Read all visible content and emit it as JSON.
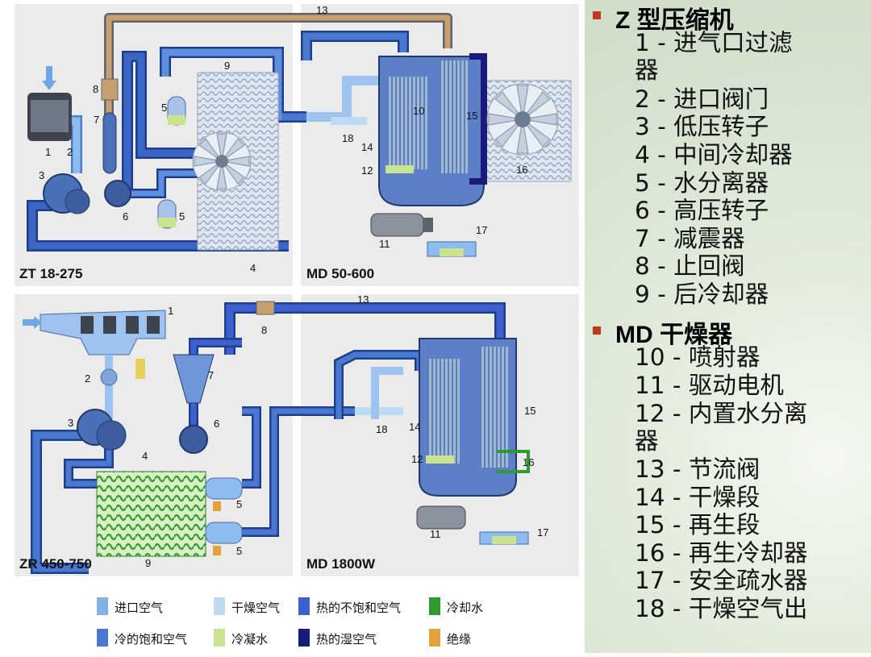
{
  "panels": [
    {
      "label": "ZT 18-275"
    },
    {
      "label": "MD 50-600"
    },
    {
      "label": "ZR 450-750"
    },
    {
      "label": "MD 1800W"
    }
  ],
  "numbers_top_left": [
    "1",
    "2",
    "3",
    "4",
    "5",
    "5",
    "6",
    "7",
    "8",
    "9"
  ],
  "numbers_top_right": [
    "10",
    "11",
    "12",
    "13",
    "14",
    "15",
    "16",
    "17",
    "18"
  ],
  "numbers_bottom_left": [
    "1",
    "2",
    "3",
    "4",
    "5",
    "5",
    "6",
    "7",
    "8",
    "9"
  ],
  "numbers_bottom_right": [
    "12",
    "13",
    "14",
    "15",
    "16",
    "17",
    "18",
    "11"
  ],
  "legend": [
    {
      "label": "进口空气",
      "color": "#7fb2e8"
    },
    {
      "label": "干燥空气",
      "color": "#bcdcf5"
    },
    {
      "label": "热的不饱和空气",
      "color": "#3e5fcf"
    },
    {
      "label": "冷却水",
      "color": "#2f9a2f"
    },
    {
      "label": "冷的饱和空气",
      "color": "#4a77d0"
    },
    {
      "label": "冷凝水",
      "color": "#c9e48c"
    },
    {
      "label": "热的湿空气",
      "color": "#1a1a7a"
    },
    {
      "label": "绝缘",
      "color": "#e5a23a"
    }
  ],
  "sidebar": {
    "section1": {
      "title": "Z 型压缩机",
      "items": [
        "1 - 进气口过滤",
        "器",
        "2 - 进口阀门",
        "3 - 低压转子",
        "4 - 中间冷却器",
        "5 - 水分离器",
        "6 - 高压转子",
        "7 - 减震器",
        "8 - 止回阀",
        "9 - 后冷却器"
      ]
    },
    "section2": {
      "title": "MD 干燥器",
      "items": [
        "10 - 喷射器",
        "11 - 驱动电机",
        "12 - 内置水分离",
        "器",
        "13 - 节流阀",
        "14 - 干燥段",
        "15 - 再生段",
        "16 - 再生冷却器",
        "17 - 安全疏水器",
        "18 - 干燥空气出"
      ]
    }
  }
}
